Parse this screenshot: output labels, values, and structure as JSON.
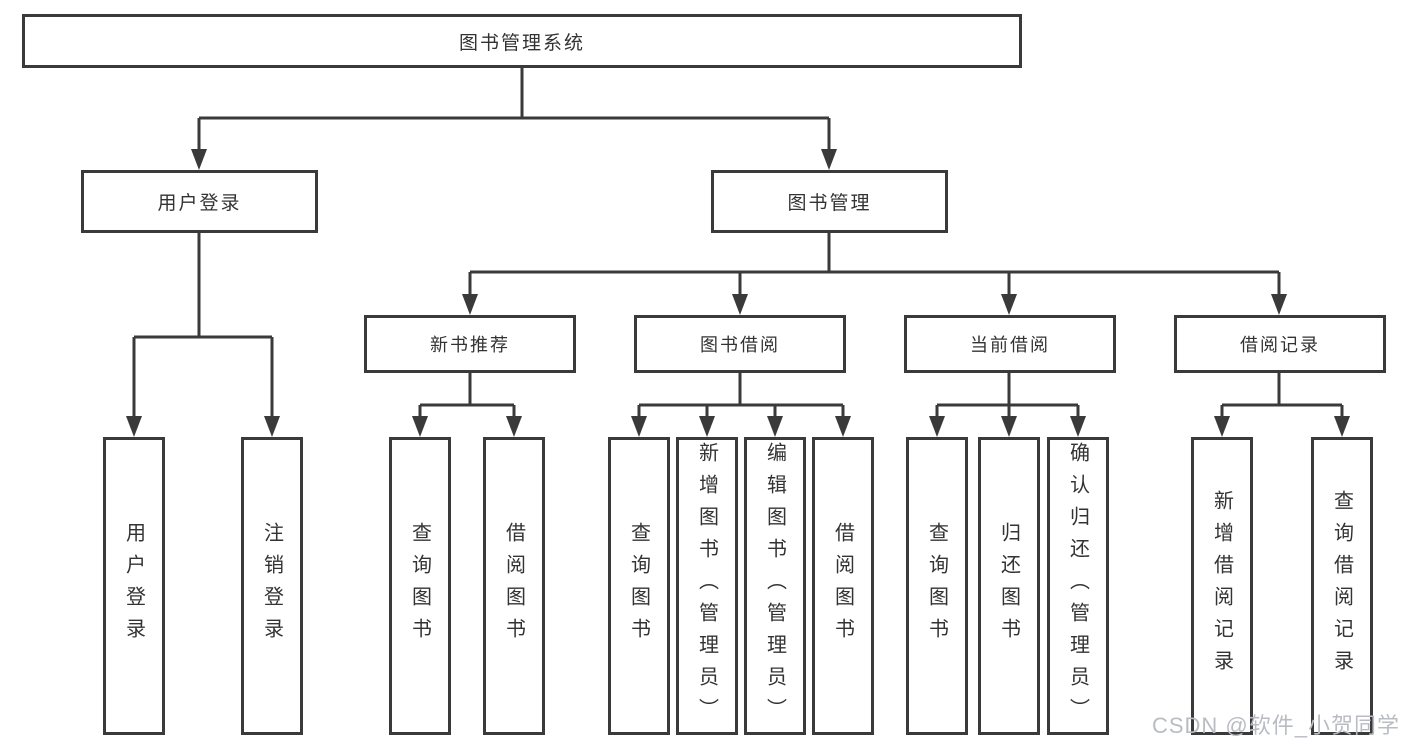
{
  "colors": {
    "line": "#3a3a3a",
    "text": "#333333",
    "watermark": "#b9bdc3",
    "bg": "#ffffff"
  },
  "nodes": {
    "root": "图书管理系统",
    "user_login": "用户登录",
    "book_mgmt": "图书管理",
    "new_book": "新书推荐",
    "book_borrow": "图书借阅",
    "current_borrow": "当前借阅",
    "borrow_record": "借阅记录",
    "leaf_user_login": "用户登录",
    "leaf_logout": "注销登录",
    "leaf_nb_query": "查询图书",
    "leaf_nb_borrow": "借阅图书",
    "leaf_bb_query": "查询图书",
    "leaf_bb_add": "新增图书（管理员）",
    "leaf_bb_edit": "编辑图书（管理员）",
    "leaf_bb_borrow": "借阅图书",
    "leaf_cb_query": "查询图书",
    "leaf_cb_return": "归还图书",
    "leaf_cb_confirm": "确认归还（管理员）",
    "leaf_br_add": "新增借阅记录",
    "leaf_br_query": "查询借阅记录"
  },
  "watermark": "CSDN @软件_小贺同学"
}
